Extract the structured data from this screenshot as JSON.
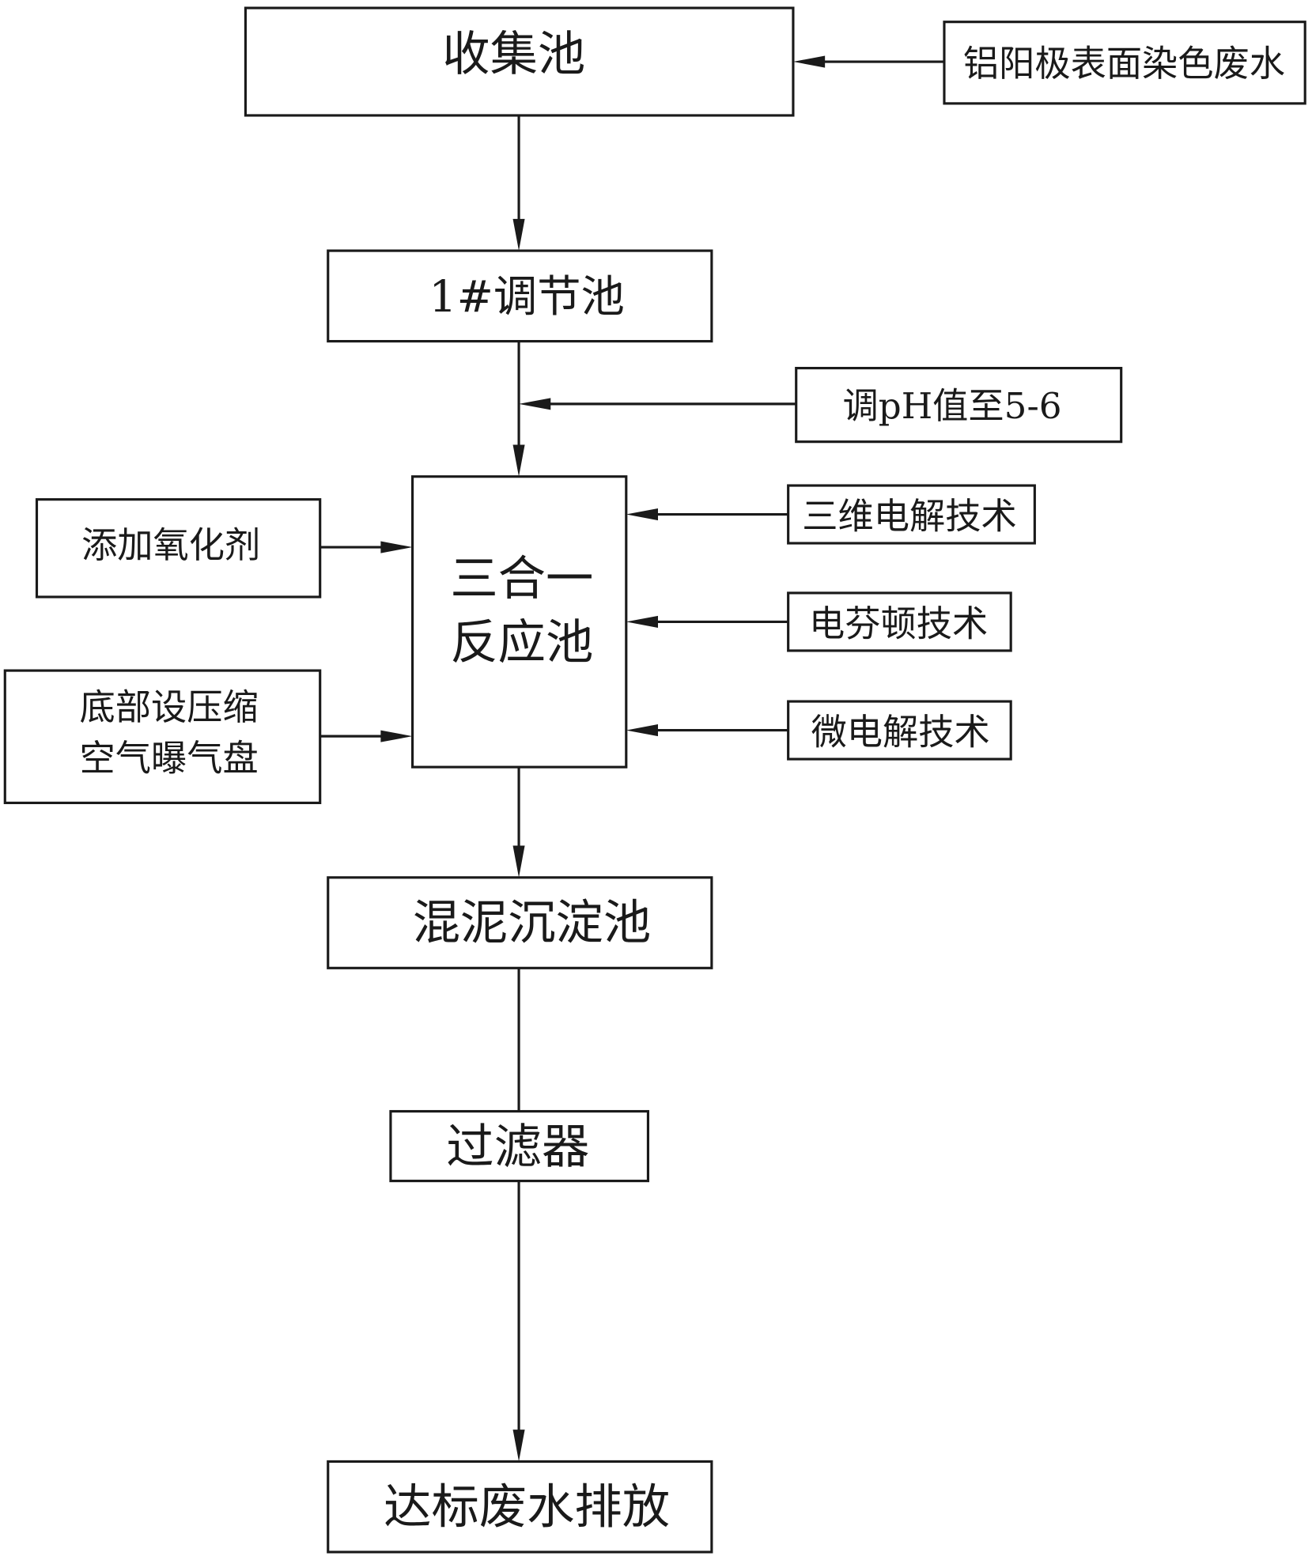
{
  "nodes": {
    "collection_tank": "收集池",
    "dye_wastewater": "铝阳极表面染色废水",
    "regulating_tank": "1#调节池",
    "ph_adjust": "调pH值至5-6",
    "add_oxidant": "添加氧化剂",
    "reactor_line1": "三合一",
    "reactor_line2": "反应池",
    "electrolysis_3d": "三维电解技术",
    "electro_fenton": "电芬顿技术",
    "micro_electrolysis": "微电解技术",
    "aeration_line1": "底部设压缩",
    "aeration_line2": "空气曝气盘",
    "sedimentation_tank": "混泥沉淀池",
    "filter": "过滤器",
    "discharge": "达标废水排放"
  }
}
